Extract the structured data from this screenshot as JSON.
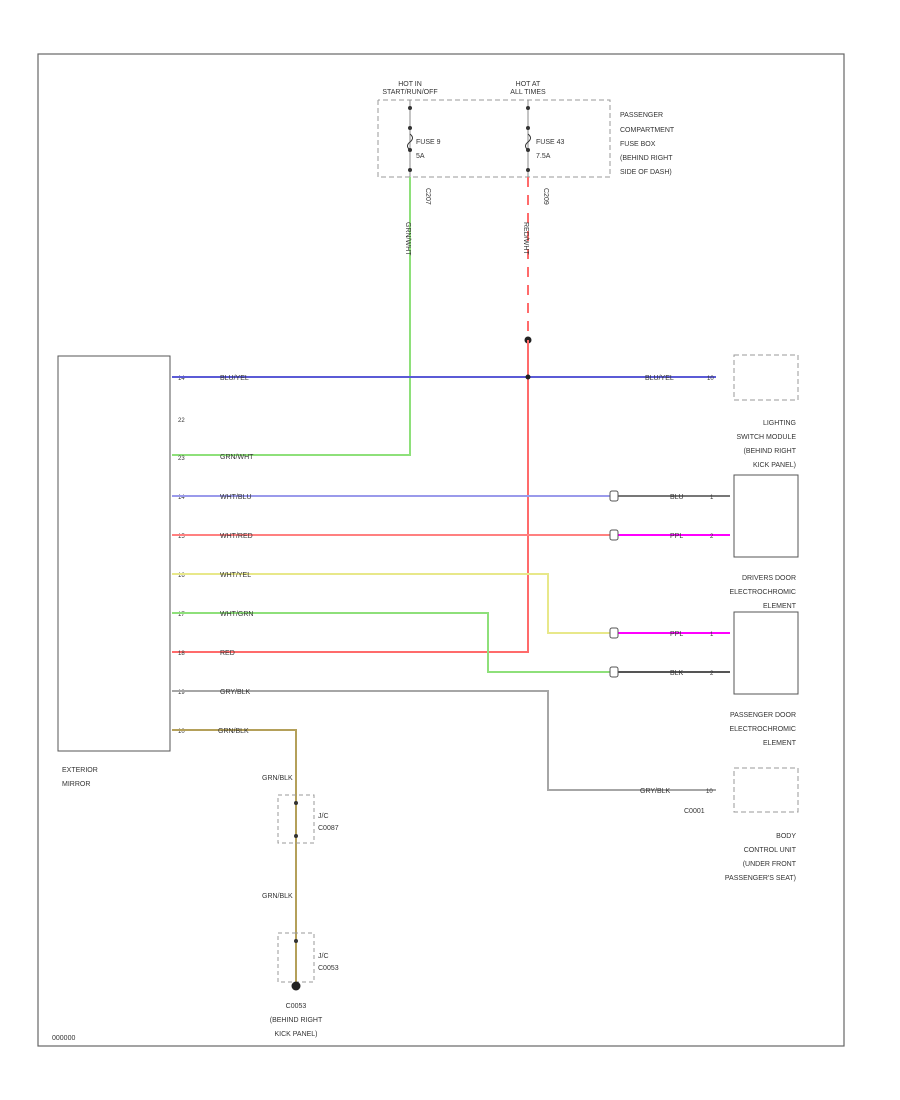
{
  "fuse_box": {
    "hot_left": [
      "HOT IN",
      "START/RUN/OFF"
    ],
    "hot_right": [
      "HOT AT",
      "ALL TIMES"
    ],
    "fuse_left": [
      "FUSE 9",
      "5A"
    ],
    "fuse_right": [
      "FUSE 43",
      "7.5A"
    ],
    "label": [
      "PASSENGER",
      "COMPARTMENT",
      "FUSE BOX",
      "(BEHIND RIGHT",
      "SIDE OF DASH)"
    ],
    "conn_left": "C207",
    "conn_right": "C209"
  },
  "wires": {
    "grn_wht_vertical": "GRN/WHT",
    "red_wht_vertical": "RED/WHT"
  },
  "mirror": {
    "label": [
      "EXTERIOR",
      "MIRROR"
    ],
    "pins": [
      {
        "num": "14",
        "wire": "BLU/YEL"
      },
      {
        "num": "22",
        "wire": ""
      },
      {
        "num": "23",
        "wire": "GRN/WHT"
      },
      {
        "num": "14",
        "wire": "WHT/BLU"
      },
      {
        "num": "15",
        "wire": "WHT/RED"
      },
      {
        "num": "16",
        "wire": "WHT/YEL"
      },
      {
        "num": "17",
        "wire": "WHT/GRN"
      },
      {
        "num": "18",
        "wire": "RED"
      },
      {
        "num": "19",
        "wire": "GRY/BLK"
      },
      {
        "num": "10",
        "wire": "GRN/BLK"
      }
    ]
  },
  "right_wires": {
    "blu_yel": {
      "wire": "BLU/YEL",
      "pin": "10"
    },
    "blu": {
      "wire": "BLU",
      "pin": "1"
    },
    "ppl_top": {
      "wire": "PPL",
      "pin": "2"
    },
    "ppl_bottom": {
      "wire": "PPL",
      "pin": "1"
    },
    "blk": {
      "wire": "BLK",
      "pin": "2"
    },
    "gry_blk": {
      "wire": "GRY/BLK",
      "pin": "10"
    },
    "gry_blk_conn": "C0001"
  },
  "components": {
    "lighting_switch": [
      "LIGHTING",
      "SWITCH MODULE",
      "(BEHIND RIGHT",
      "KICK PANEL)"
    ],
    "driver_door": [
      "DRIVERS DOOR",
      "ELECTROCHROMIC",
      "ELEMENT"
    ],
    "passenger_door": [
      "PASSENGER DOOR",
      "ELECTROCHROMIC",
      "ELEMENT"
    ],
    "body_control": [
      "BODY",
      "CONTROL UNIT",
      "(UNDER FRONT",
      "PASSENGER'S SEAT)"
    ]
  },
  "ground": {
    "wire_top": "GRN/BLK",
    "wire_bottom": "GRN/BLK",
    "conn_top": [
      "J/C",
      "C0087"
    ],
    "conn_bottom": [
      "J/C",
      "C0053"
    ],
    "label": [
      "C0053",
      "(BEHIND RIGHT",
      "KICK PANEL)"
    ]
  },
  "footer_code": "000000",
  "colors": {
    "blue": "#5b5bd6",
    "green": "#8ee07a",
    "red": "#ff6b6b",
    "yellow": "#e8e88a",
    "magenta": "#ff00ff",
    "gray": "#a6a6a6",
    "olive": "#b4a05a",
    "black": "#444444"
  }
}
